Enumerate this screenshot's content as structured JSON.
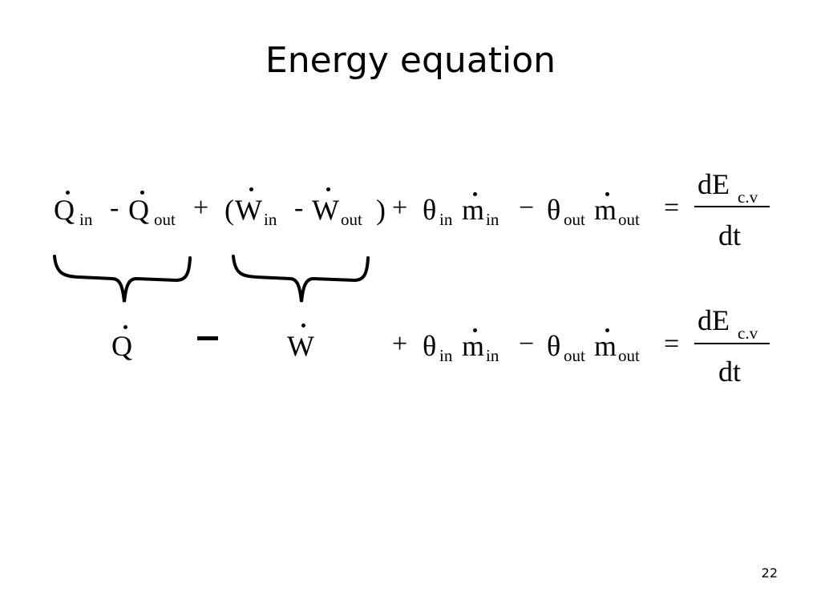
{
  "slide": {
    "title": "Energy equation",
    "page_number": "22"
  },
  "equation1": {
    "q": "Q",
    "sub_in": "in",
    "minus_short": "-",
    "sub_out": "out",
    "plus": "+",
    "lparen": "(",
    "w": "W",
    "rparen": ")",
    "theta": "θ",
    "m": "m",
    "minus": "−",
    "equals": "=",
    "numerator": "dE",
    "numerator_sub": "c.v",
    "denominator": "dt"
  },
  "equation2": {
    "q": "Q",
    "w": "W",
    "plus": "+",
    "theta": "θ",
    "m": "m",
    "sub_in": "in",
    "sub_out": "out",
    "minus": "−",
    "equals": "=",
    "numerator": "dE",
    "numerator_sub": "c.v",
    "denominator": "dt"
  }
}
